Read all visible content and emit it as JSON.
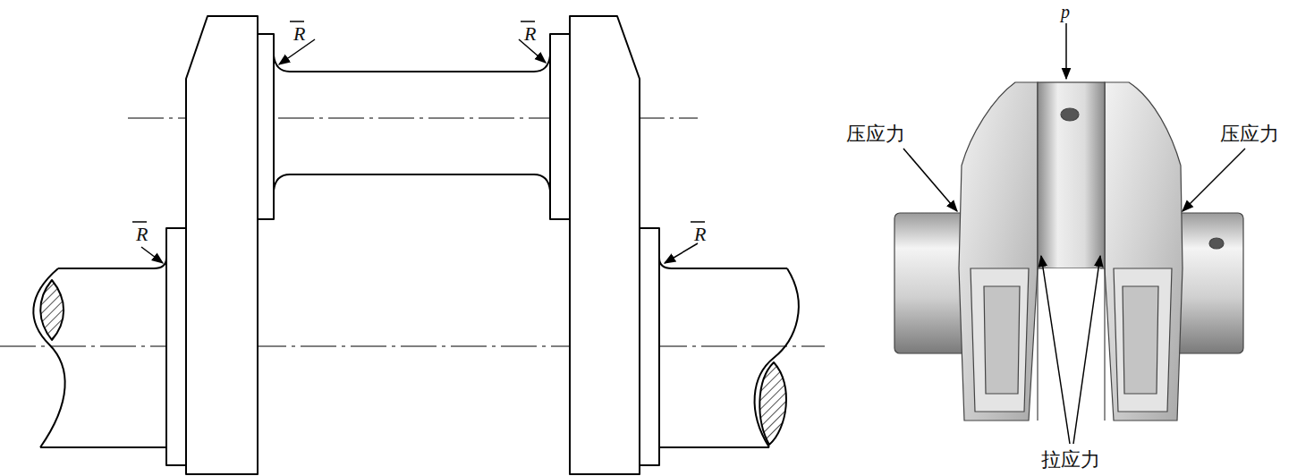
{
  "diagram": {
    "labels": [
      "R",
      "R",
      "R",
      "R",
      "p",
      "压应力",
      "压应力",
      "拉应力"
    ]
  }
}
